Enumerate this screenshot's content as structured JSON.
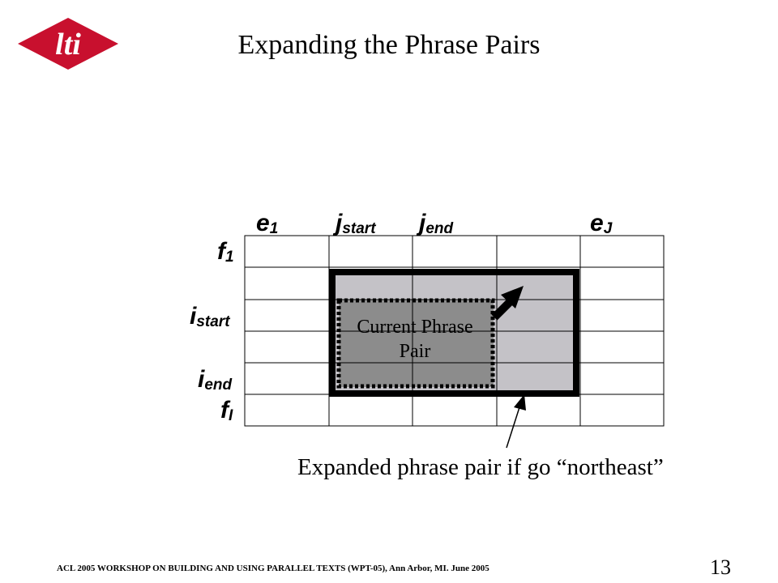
{
  "header": {
    "logo_text": "lti",
    "logo_color": "#c8102e",
    "title": "Expanding the Phrase Pairs"
  },
  "diagram": {
    "column_labels": [
      {
        "base": "e",
        "sub": "1"
      },
      {
        "base": "j",
        "sub": "start"
      },
      {
        "base": "j",
        "sub": "end"
      },
      {
        "base": "e",
        "sub": "J"
      }
    ],
    "row_labels": [
      {
        "base": "f",
        "sub": "1"
      },
      {
        "base": "i",
        "sub": "start"
      },
      {
        "base": "i",
        "sub": "end"
      },
      {
        "base": "f",
        "sub": "I"
      }
    ],
    "current_pair_label_line1": "Current Phrase",
    "current_pair_label_line2": "Pair",
    "expanded_caption": "Expanded phrase pair if go “northeast”",
    "colors": {
      "current_fill": "#8c8c8c",
      "expanded_fill": "#c4c2c7",
      "grid": "#000000"
    }
  },
  "footer": {
    "citation": "ACL 2005 WORKSHOP  ON BUILDING  AND USING PARALLEL TEXTS (WPT-05),  Ann Arbor, MI. June 2005",
    "page_number": "13"
  }
}
